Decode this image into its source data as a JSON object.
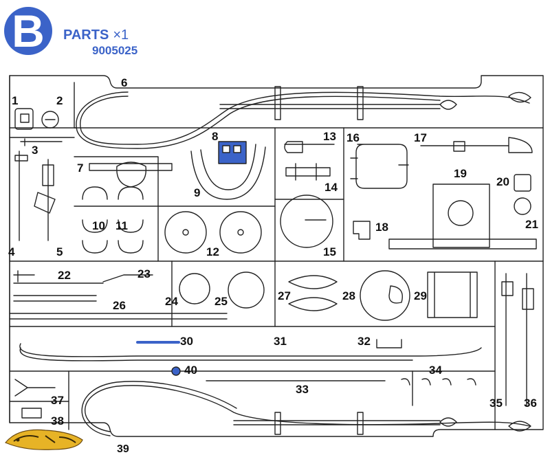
{
  "header": {
    "letter": "B",
    "title": "PARTS",
    "quantity": "×1",
    "part_number": "9005025"
  },
  "parts": [
    "1",
    "2",
    "3",
    "4",
    "5",
    "6",
    "7",
    "8",
    "9",
    "10",
    "11",
    "12",
    "13",
    "14",
    "15",
    "16",
    "17",
    "18",
    "19",
    "20",
    "21",
    "22",
    "23",
    "24",
    "25",
    "26",
    "27",
    "28",
    "29",
    "30",
    "31",
    "32",
    "33",
    "34",
    "35",
    "36",
    "37",
    "38",
    "39",
    "40"
  ],
  "colors": {
    "accent": "#3b63c8",
    "highlight_part": "#3b63c8",
    "line": "#222222"
  },
  "icons": [
    "tamiya-logo-icon"
  ]
}
